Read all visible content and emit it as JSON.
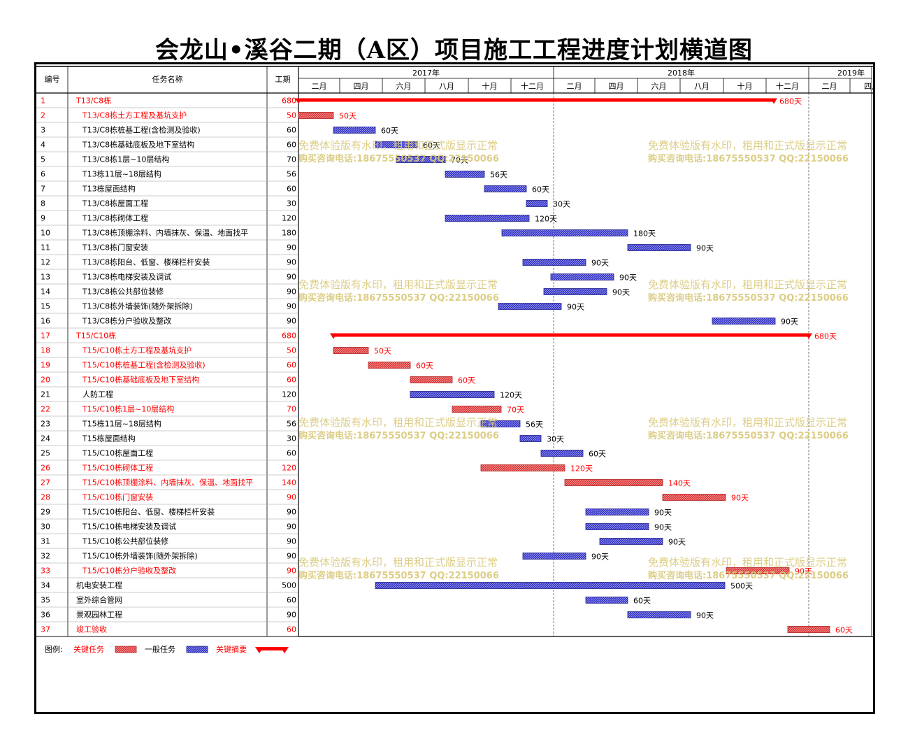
{
  "title": "会龙山•溪谷二期（A区）项目施工工程进度计划横道图",
  "chart_data": {
    "type": "gantt",
    "columns": {
      "id": "编号",
      "name": "任务名称",
      "duration": "工期"
    },
    "years": [
      "2017年",
      "2018年",
      "2019年"
    ],
    "months": [
      "二月",
      "四月",
      "六月",
      "八月",
      "十月",
      "十二月",
      "二月",
      "四月",
      "六月",
      "八月",
      "十月",
      "十二月",
      "二月",
      "四月"
    ],
    "duration_suffix": "天",
    "tasks": [
      {
        "id": "1",
        "name": "T13/C8栋",
        "duration": 680,
        "start": "2017-01-01",
        "type": "summary"
      },
      {
        "id": "2",
        "name": "T13/C8栋土方工程及基坑支护",
        "duration": 50,
        "start": "2017-01-01",
        "type": "critical"
      },
      {
        "id": "3",
        "name": "T13/C8栋桩基工程(含检测及验收)",
        "duration": 60,
        "start": "2017-02-20",
        "type": "normal"
      },
      {
        "id": "4",
        "name": "T13/C8栋基础底板及地下室结构",
        "duration": 60,
        "start": "2017-04-21",
        "type": "normal"
      },
      {
        "id": "5",
        "name": "T13/C8栋1层~10层结构",
        "duration": 70,
        "start": "2017-05-21",
        "type": "normal"
      },
      {
        "id": "6",
        "name": "T13栋11层~18层结构",
        "duration": 56,
        "start": "2017-07-30",
        "type": "normal"
      },
      {
        "id": "7",
        "name": "T13栋屋面结构",
        "duration": 60,
        "start": "2017-09-24",
        "type": "normal"
      },
      {
        "id": "8",
        "name": "T13/C8栋屋面工程",
        "duration": 30,
        "start": "2017-11-23",
        "type": "normal"
      },
      {
        "id": "9",
        "name": "T13/C8栋砌体工程",
        "duration": 120,
        "start": "2017-07-30",
        "type": "normal"
      },
      {
        "id": "10",
        "name": "T13/C8栋顶棚涂料、内墙抹灰、保温、地面找平",
        "duration": 180,
        "start": "2017-10-19",
        "type": "normal"
      },
      {
        "id": "11",
        "name": "T13/C8栋门窗安装",
        "duration": 90,
        "start": "2018-04-17",
        "type": "normal"
      },
      {
        "id": "12",
        "name": "T13/C8栋阳台、低窗、楼梯栏杆安装",
        "duration": 90,
        "start": "2017-11-18",
        "type": "normal"
      },
      {
        "id": "13",
        "name": "T13/C8栋电梯安装及调试",
        "duration": 90,
        "start": "2017-12-28",
        "type": "normal"
      },
      {
        "id": "14",
        "name": "T13/C8栋公共部位装修",
        "duration": 90,
        "start": "2017-12-18",
        "type": "normal"
      },
      {
        "id": "15",
        "name": "T13/C8栋外墙装饰(随外架拆除)",
        "duration": 90,
        "start": "2017-10-14",
        "type": "normal"
      },
      {
        "id": "16",
        "name": "T13/C8栋分户验收及整改",
        "duration": 90,
        "start": "2018-08-16",
        "type": "normal"
      },
      {
        "id": "17",
        "name": "T15/C10栋",
        "duration": 680,
        "start": "2017-02-20",
        "type": "summary"
      },
      {
        "id": "18",
        "name": "T15/C10栋土方工程及基坑支护",
        "duration": 50,
        "start": "2017-02-20",
        "type": "critical"
      },
      {
        "id": "19",
        "name": "T15/C10栋桩基工程(含检测及验收)",
        "duration": 60,
        "start": "2017-04-11",
        "type": "critical"
      },
      {
        "id": "20",
        "name": "T15/C10栋基础底板及地下室结构",
        "duration": 60,
        "start": "2017-06-10",
        "type": "critical"
      },
      {
        "id": "21",
        "name": "人防工程",
        "duration": 120,
        "start": "2017-06-10",
        "type": "normal"
      },
      {
        "id": "22",
        "name": "T15/C10栋1层~10层结构",
        "duration": 70,
        "start": "2017-08-09",
        "type": "critical"
      },
      {
        "id": "23",
        "name": "T15栋11层~18层结构",
        "duration": 56,
        "start": "2017-09-19",
        "type": "normal"
      },
      {
        "id": "24",
        "name": "T15栋屋面结构",
        "duration": 30,
        "start": "2017-11-14",
        "type": "normal"
      },
      {
        "id": "25",
        "name": "T15/C10栋屋面工程",
        "duration": 60,
        "start": "2017-12-14",
        "type": "normal"
      },
      {
        "id": "26",
        "name": "T15/C10栋砌体工程",
        "duration": 120,
        "start": "2017-09-19",
        "type": "critical"
      },
      {
        "id": "27",
        "name": "T15/C10栋顶棚涂料、内墙抹灰、保温、地面找平",
        "duration": 140,
        "start": "2018-01-17",
        "type": "critical"
      },
      {
        "id": "28",
        "name": "T15/C10栋门窗安装",
        "duration": 90,
        "start": "2018-06-06",
        "type": "critical"
      },
      {
        "id": "29",
        "name": "T15/C10栋阳台、低窗、楼梯栏杆安装",
        "duration": 90,
        "start": "2018-02-16",
        "type": "normal"
      },
      {
        "id": "30",
        "name": "T15/C10栋电梯安装及调试",
        "duration": 90,
        "start": "2018-02-16",
        "type": "normal"
      },
      {
        "id": "31",
        "name": "T15/C10栋公共部位装修",
        "duration": 90,
        "start": "2018-03-08",
        "type": "normal"
      },
      {
        "id": "32",
        "name": "T15/C10栋外墙装饰(随外架拆除)",
        "duration": 90,
        "start": "2017-11-18",
        "type": "normal"
      },
      {
        "id": "33",
        "name": "T15/C10栋分户验收及整改",
        "duration": 90,
        "start": "2018-09-05",
        "type": "critical"
      },
      {
        "id": "34",
        "name": "机电安装工程",
        "duration": 500,
        "start": "2017-04-21",
        "type": "normal"
      },
      {
        "id": "35",
        "name": "室外综合管网",
        "duration": 60,
        "start": "2018-02-16",
        "type": "normal"
      },
      {
        "id": "36",
        "name": "景观园林工程",
        "duration": 90,
        "start": "2018-04-17",
        "type": "normal"
      },
      {
        "id": "37",
        "name": "竣工验收",
        "duration": 60,
        "start": "2018-12-02",
        "type": "critical"
      }
    ],
    "year_markers": [
      "2018-01-01",
      "2019-01-01"
    ],
    "legend": [
      {
        "label": "关键任务",
        "type": "critical"
      },
      {
        "label": "一般任务",
        "type": "normal"
      },
      {
        "label": "关键摘要",
        "type": "summary"
      }
    ],
    "legend_title": "图例:"
  },
  "watermark": {
    "line1": "免费体验版有水印，租用和正式版显示正常",
    "line2": "购买咨询电话:18675550537 QQ:22150066"
  },
  "colors": {
    "critical": "#e03c3c",
    "critical_text": "#ff0000",
    "normal": "#3a3acc",
    "summary": "#ff0000",
    "watermark": "#d8c878",
    "grid": "#9a9a9a"
  }
}
